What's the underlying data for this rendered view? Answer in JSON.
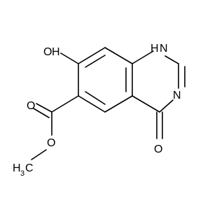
{
  "molecule": {
    "atoms": {
      "hydroxy_oxygen": "O",
      "hydroxy_hydrogen": "H",
      "n1_hydrogen": "H",
      "n1_nitrogen": "N",
      "n3_nitrogen": "N",
      "carbonyl_oxygen_ring": "O",
      "ester_carbonyl_oxygen": "O",
      "ester_single_oxygen": "O",
      "methyl_h": "H",
      "methyl_subscript": "3",
      "methyl_c": "C"
    }
  }
}
